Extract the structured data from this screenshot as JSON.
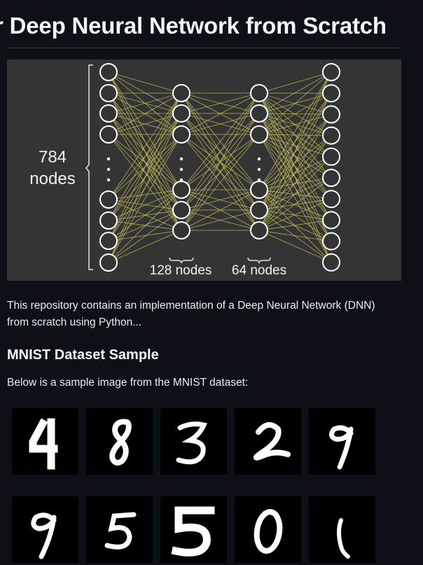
{
  "heading": "Deep Neural Network from Scratch",
  "heading_prefix": "r",
  "diagram": {
    "input_label_line1": "784",
    "input_label_line2": "nodes",
    "hidden1_label": "128 nodes",
    "hidden2_label": "64 nodes",
    "line_color": "#c9c25a",
    "node_color": "#ffffff"
  },
  "description": "This repository contains an implementation of a Deep Neural Network (DNN) from scratch using Python...",
  "section_heading": "MNIST Dataset Sample",
  "section_text": "Below is a sample image from the MNIST dataset:",
  "mnist_digits": [
    "4",
    "8",
    "3",
    "2",
    "9",
    "9",
    "5",
    "5",
    "0",
    "1"
  ]
}
